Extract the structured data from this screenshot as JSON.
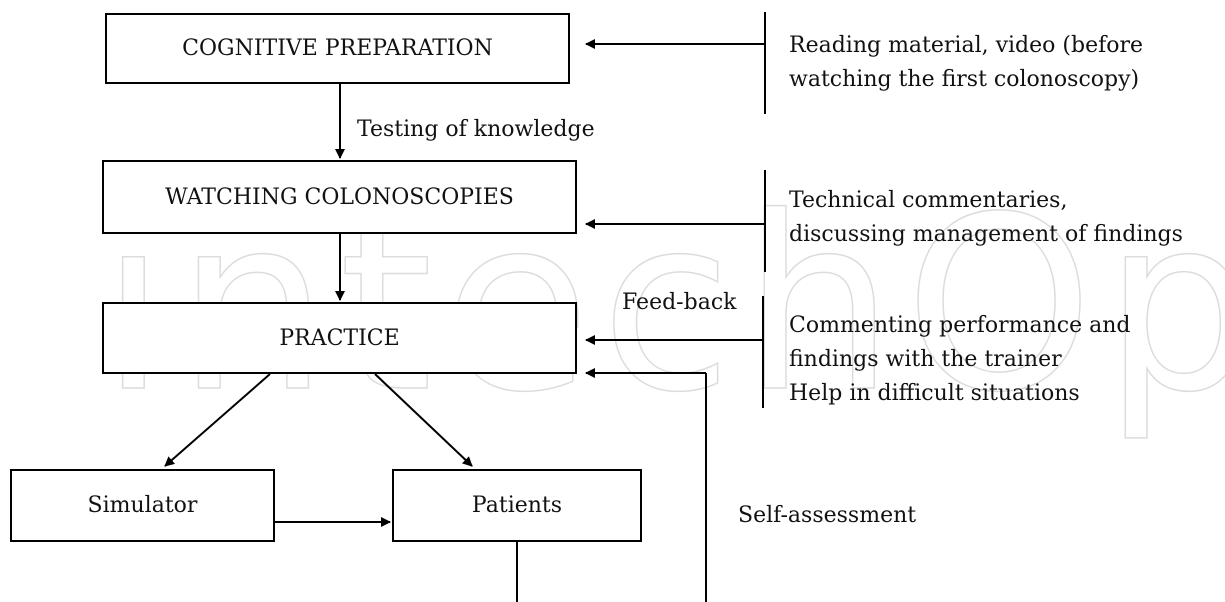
{
  "watermark": "IntechOpen",
  "boxes": {
    "cognitive": "COGNITIVE PREPARATION",
    "watching": "WATCHING COLONOSCOPIES",
    "practice": "PRACTICE",
    "simulator": "Simulator",
    "patients": "Patients"
  },
  "labels": {
    "testing": "Testing of knowledge",
    "feedback": "Feed-back",
    "self_assessment": "Self-assessment"
  },
  "notes": {
    "cognitive": [
      "Reading material, video (before",
      "watching the first colonoscopy)"
    ],
    "watching": [
      "Technical commentaries,",
      "discussing management of findings"
    ],
    "practice": [
      "Commenting performance and",
      "findings with the trainer",
      "Help in difficult situations"
    ]
  }
}
